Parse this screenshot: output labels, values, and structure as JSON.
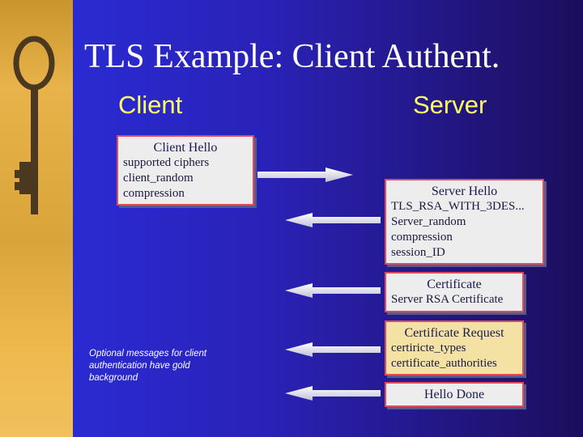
{
  "title": "TLS Example: Client Authent.",
  "client_heading": "Client",
  "server_heading": "Server",
  "client_hello": {
    "title": "Client Hello",
    "lines": [
      "supported ciphers",
      "client_random",
      "compression"
    ]
  },
  "server_hello": {
    "title": "Server Hello",
    "lines": [
      "TLS_RSA_WITH_3DES...",
      "Server_random",
      "compression",
      "session_ID"
    ]
  },
  "certificate": {
    "title": "Certificate",
    "lines": [
      "Server RSA Certificate"
    ]
  },
  "certificate_request": {
    "title": "Certificate Request",
    "lines": [
      "certiricte_types",
      "certificate_authorities"
    ]
  },
  "hello_done": {
    "title": "Hello Done"
  },
  "note": "Optional messages for client authentication have gold background",
  "colors": {
    "accent_yellow": "#ffff66",
    "box_border": "#e04c5c",
    "gold_box": "#f4e2a4",
    "box_fill": "#ededed"
  },
  "icons": [
    "key-image",
    "arrow-right-icon",
    "arrow-left-icon"
  ]
}
